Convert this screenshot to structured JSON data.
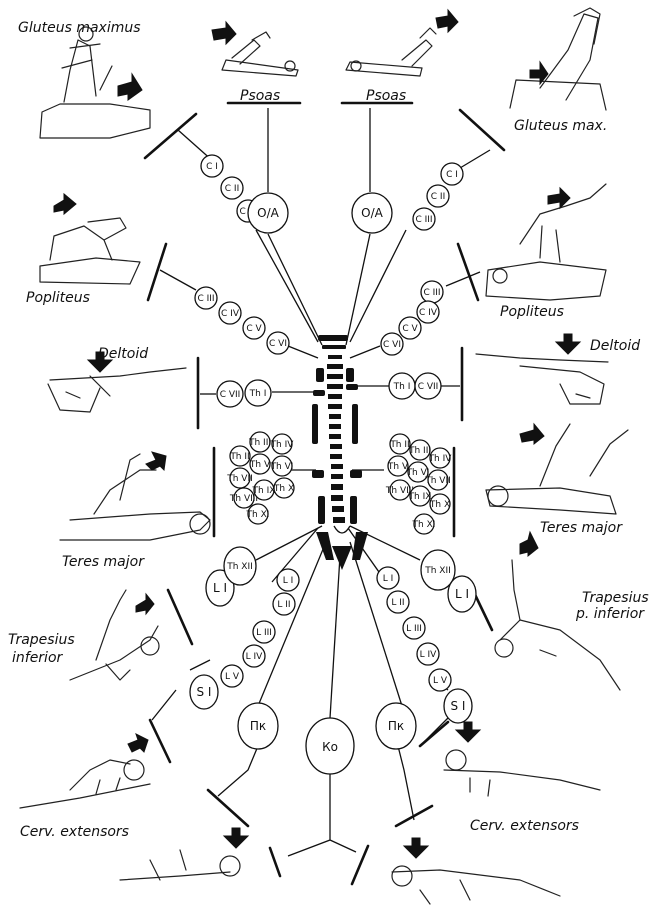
{
  "labels": {
    "gluteus_left": "Gluteus maximus",
    "psoas_left": "Psoas",
    "psoas_right": "Psoas",
    "gluteus_right": "Gluteus max.",
    "popliteus_left": "Popliteus",
    "popliteus_right": "Popliteus",
    "deltoid_left": "Deltoid",
    "deltoid_right": "Deltoid",
    "teres_left": "Teres major",
    "teres_right": "Teres major",
    "trapezius_left_1": "Trapesius",
    "trapezius_left_2": "inferior",
    "trapezius_right_1": "Trapesius",
    "trapezius_right_2": "p. inferior",
    "cerv_left": "Cerv. extensors",
    "cerv_right": "Cerv. extensors"
  },
  "nodes": {
    "left": {
      "c1": "C I",
      "c2": "C II",
      "c3": "C III",
      "oa": "O/A",
      "c3b": "C III",
      "c4": "C IV",
      "c5": "C V",
      "c6": "C VI",
      "c7": "C VII",
      "th1": "Th I",
      "th3": "Th III",
      "th4": "Th IV",
      "th2": "Th II",
      "th5": "Th V",
      "th6": "Th VI",
      "th7": "Th VII",
      "th8": "Th VIII",
      "th9": "Th IX",
      "th10": "Th X",
      "th11": "Th XI",
      "l1": "L I",
      "th12": "Th XII",
      "l1b": "L I",
      "l2": "L II",
      "l3": "L III",
      "l4": "L IV",
      "l5": "L V",
      "s1": "S I",
      "pk": "Пк"
    },
    "center": {
      "ko": "Ко"
    },
    "right": {
      "c1": "C I",
      "c2": "C II",
      "c3": "C III",
      "oa": "O/A",
      "c3b": "C III",
      "c4": "C IV",
      "c5": "C V",
      "c6": "C VI",
      "c7": "C VII",
      "th1": "Th I",
      "th2": "Th II",
      "th3": "Th III",
      "th4": "Th IV",
      "th5": "Th V",
      "th6": "Th VI",
      "th7": "Th VII",
      "th8": "Th VIII",
      "th9": "Th IX",
      "th10": "Th X",
      "th11": "Th XI",
      "th12": "Th XII",
      "l1": "L I",
      "l1b": "L I",
      "l2": "L II",
      "l3": "L III",
      "l4": "L IV",
      "l5": "L V",
      "s1": "S I",
      "pk": "Пк"
    }
  }
}
